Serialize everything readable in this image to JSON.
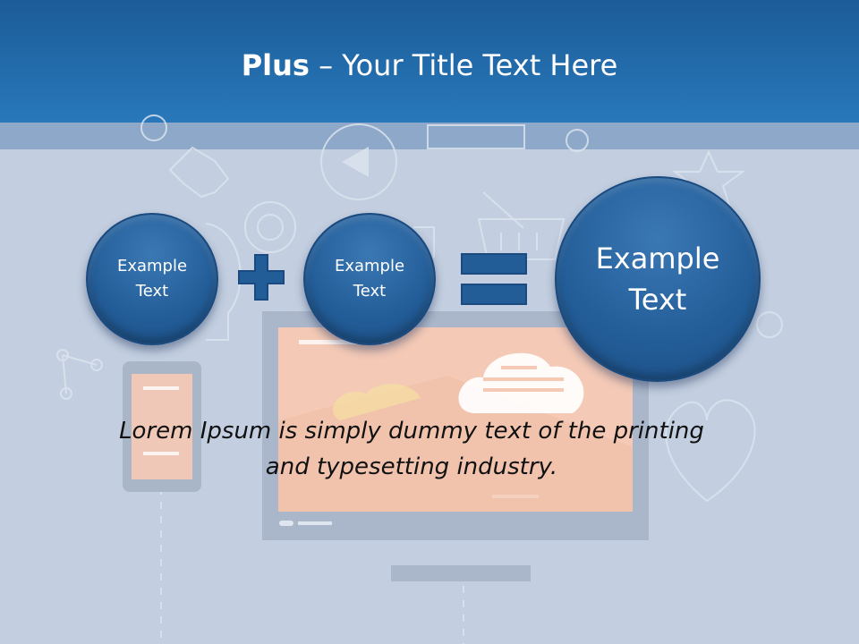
{
  "slide": {
    "title_bold": "Plus",
    "title_rest": " – Your Title Text Here",
    "circles": [
      {
        "line1": "Example",
        "line2": "Text"
      },
      {
        "line1": "Example",
        "line2": "Text"
      },
      {
        "line1": "Example",
        "line2": "Text"
      }
    ],
    "caption_line1": "Lorem Ipsum is simply dummy text of the printing",
    "caption_line2": "and typesetting industry."
  },
  "colors": {
    "header": "#2270b0",
    "background": "#c3cfe0",
    "circle": "#235d98"
  },
  "icons": [
    "plus-icon",
    "equals-icon",
    "monitor-illustration",
    "phone-illustration",
    "cloud-icon",
    "heart-icon",
    "star-icon",
    "basket-icon",
    "handshake-icon",
    "bulb-icon",
    "play-icon"
  ]
}
